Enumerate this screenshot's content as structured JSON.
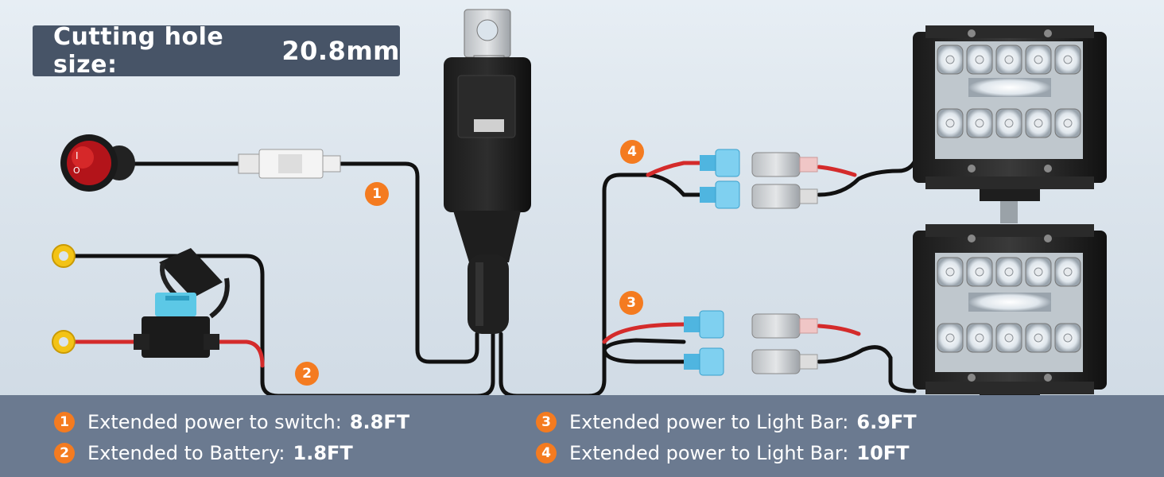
{
  "header": {
    "label": "Cutting hole size:",
    "value": "20.8mm"
  },
  "badges": {
    "b1": "1",
    "b2": "2",
    "b3": "3",
    "b4": "4"
  },
  "legend": [
    {
      "num": "1",
      "text": "Extended power to switch:",
      "value": "8.8FT"
    },
    {
      "num": "2",
      "text": "Extended to Battery:",
      "value": "1.8FT"
    },
    {
      "num": "3",
      "text": "Extended power to Light Bar:",
      "value": "6.9FT"
    },
    {
      "num": "4",
      "text": "Extended power to Light Bar:",
      "value": "10FT"
    }
  ],
  "colors": {
    "badge": "#f47b20",
    "legend_bg": "#6b7a90",
    "title_bg": "#475467",
    "wire_red": "#d42b2b",
    "connector": "#6cc3e8"
  }
}
